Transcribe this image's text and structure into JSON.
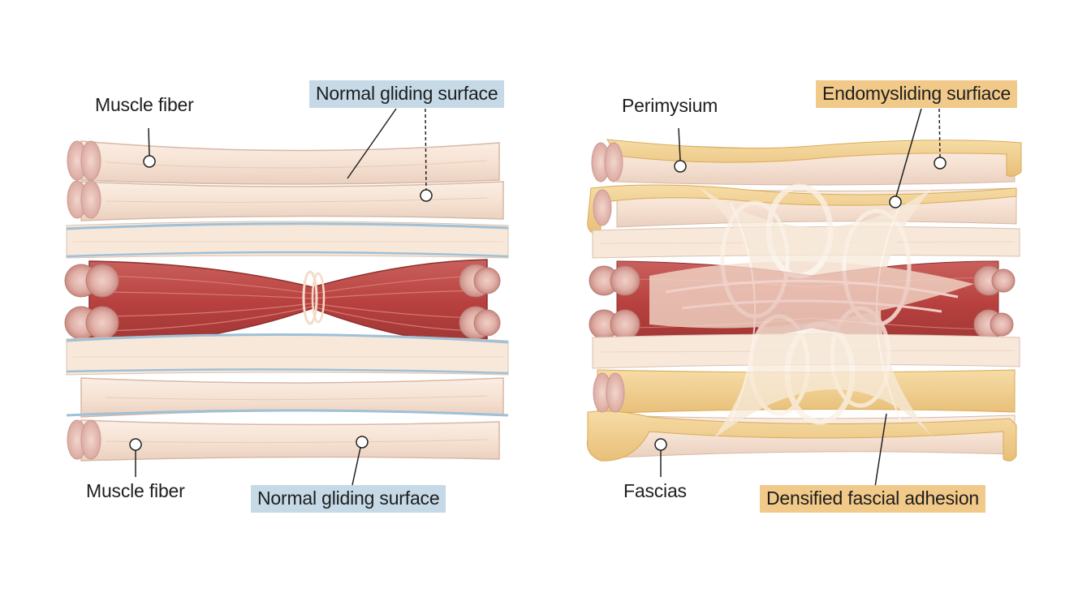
{
  "left_panel": {
    "label_top_left": "Muscle fiber",
    "label_top_right": "Normal gliding surface",
    "label_bottom_left": "Muscle fiber",
    "label_bottom_right": "Normal gliding surface",
    "colors": {
      "tag": "#c5d9e6",
      "muscle": "#b94a48",
      "fiber": "#f5e2d4",
      "gliding_line": "#9fc0d6"
    }
  },
  "right_panel": {
    "label_top_left": "Perimysium",
    "label_top_right": "Endomysliding surfiace",
    "label_bottom_left": "Fascias",
    "label_bottom_right": "Densified fascial adhesion",
    "colors": {
      "tag": "#f1c989",
      "muscle": "#b94a48",
      "fiber": "#f5e2d4",
      "fascia": "#f0cc8a"
    }
  }
}
